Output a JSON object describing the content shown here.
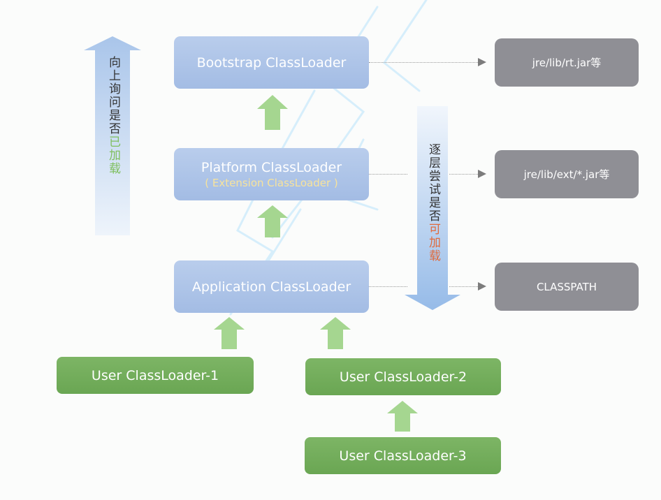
{
  "loaders": {
    "bootstrap": "Bootstrap ClassLoader",
    "platform": "Platform ClassLoader",
    "platform_sub": "( Extension ClassLoader )",
    "application": "Application ClassLoader",
    "user1": "User ClassLoader-1",
    "user2": "User ClassLoader-2",
    "user3": "User ClassLoader-3"
  },
  "paths": {
    "bootstrap": "jre/lib/rt.jar等",
    "platform": "jre/lib/ext/*.jar等",
    "application": "CLASSPATH"
  },
  "left_label": {
    "main": "向上询问是否",
    "highlight": "已加载"
  },
  "right_label": {
    "main": "逐层尝试是否",
    "highlight": "可加载"
  },
  "colors": {
    "blue_box": "#a9c1e6",
    "gray_box": "#8f8f95",
    "green_box": "#6fa957",
    "arrow_green": "#9fd28a",
    "arrow_blue": "#9dc0ea",
    "highlight_green": "#7fbf5e",
    "highlight_red": "#e06a3c"
  }
}
